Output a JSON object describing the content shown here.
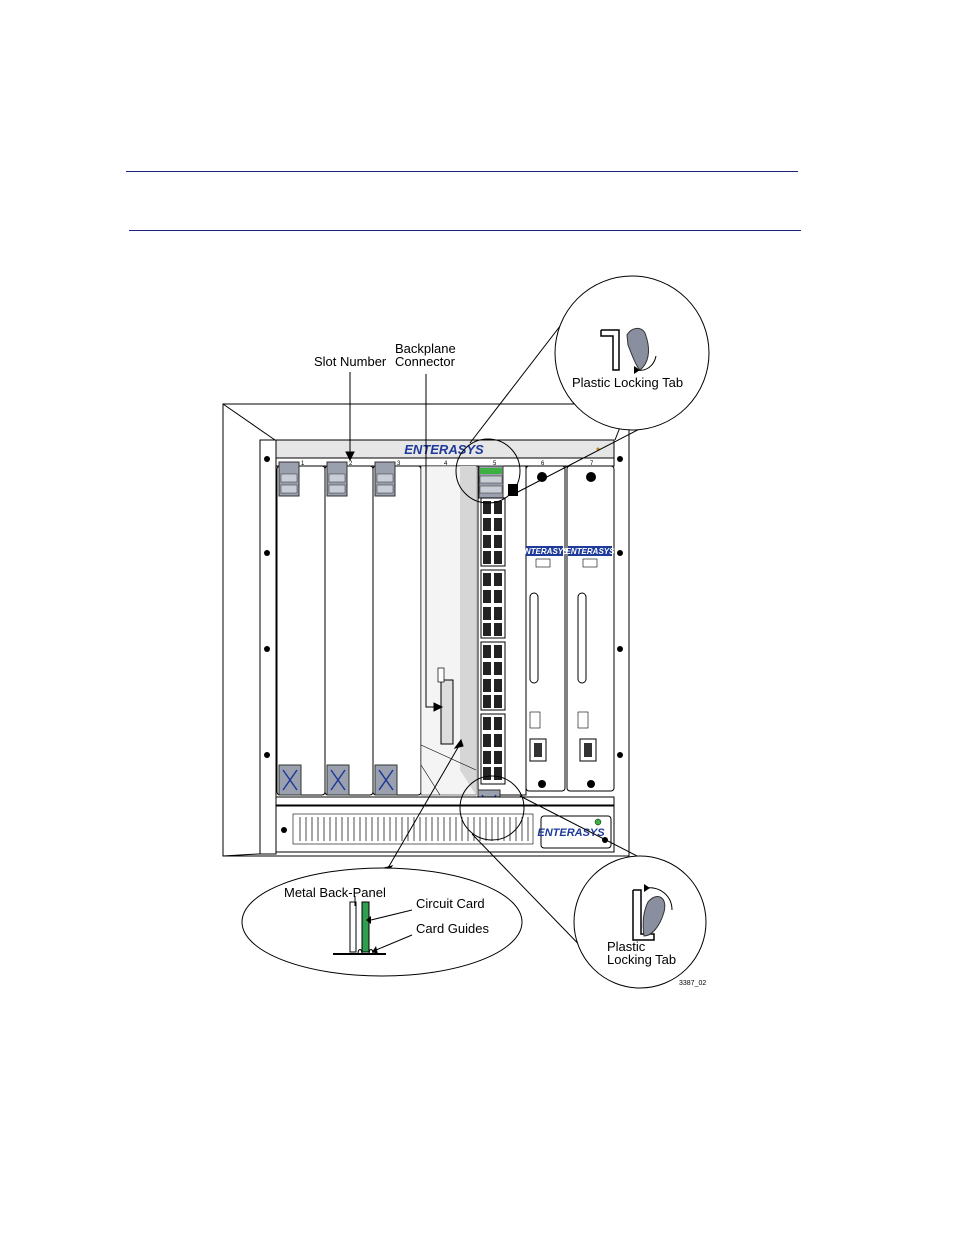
{
  "figure": {
    "callouts": {
      "slot_number": "Slot Number",
      "backplane_line1": "Backplane",
      "backplane_line2": "Connector",
      "plastic_locking_tab_top": "Plastic Locking Tab",
      "plastic_locking_tab_bottom_line1": "Plastic",
      "plastic_locking_tab_bottom_line2": "Locking Tab",
      "metal_back_panel": "Metal Back-Panel",
      "circuit_card": "Circuit Card",
      "card_guides": "Card Guides"
    },
    "brand": "ENTERASYS",
    "slot_labels": [
      "1",
      "2",
      "3",
      "4",
      "5",
      "6",
      "7"
    ],
    "figure_id": "3387_02",
    "colors": {
      "rule": "#1a237e",
      "brand": "#1e3a9a",
      "tab": "#8a8fa0",
      "circuit_card": "#2e9e4f",
      "led": "#3cb043"
    }
  }
}
